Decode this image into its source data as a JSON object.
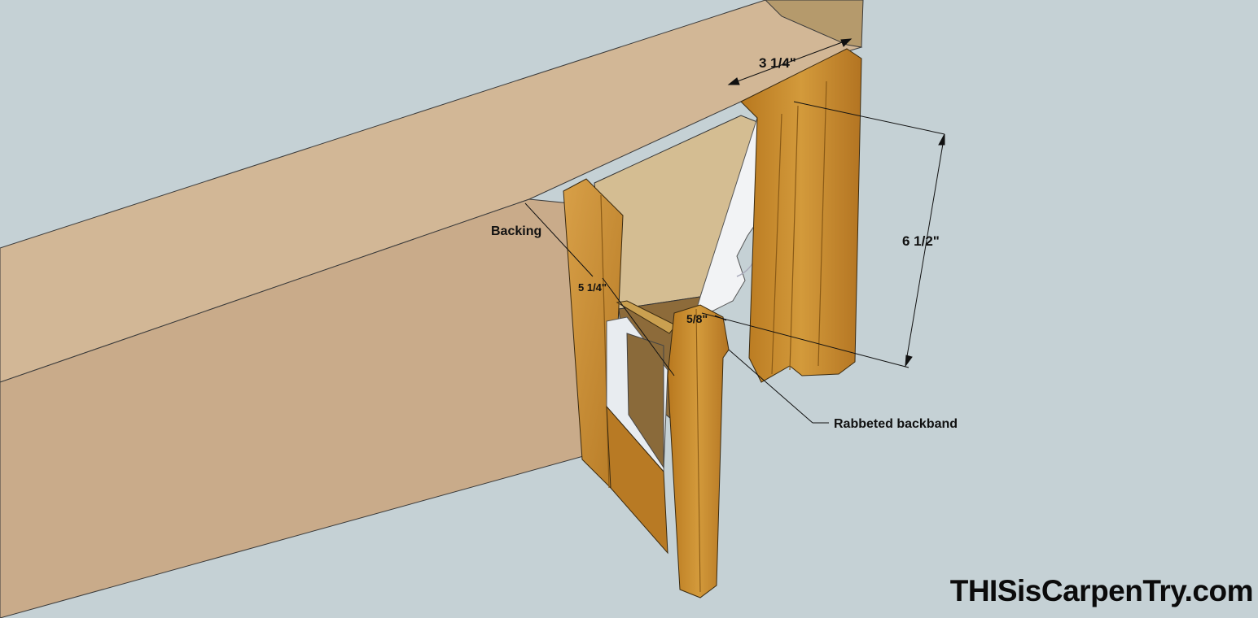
{
  "diagram": {
    "labels": {
      "top_width": "3 1/4\"",
      "height": "6 1/2\"",
      "backing": "Backing",
      "casing_width": "5 1/4\"",
      "thickness": "5/8\"",
      "backband": "Rabbeted backband"
    },
    "logo": "THISisCarpenTry.com",
    "colors": {
      "background": "#c5d1d5",
      "board_top": "#d2b796",
      "board_face": "#c7a98a",
      "wood": "#c98a2a",
      "wood_dark": "#a86a18",
      "molding": "#f2f3f5"
    }
  }
}
